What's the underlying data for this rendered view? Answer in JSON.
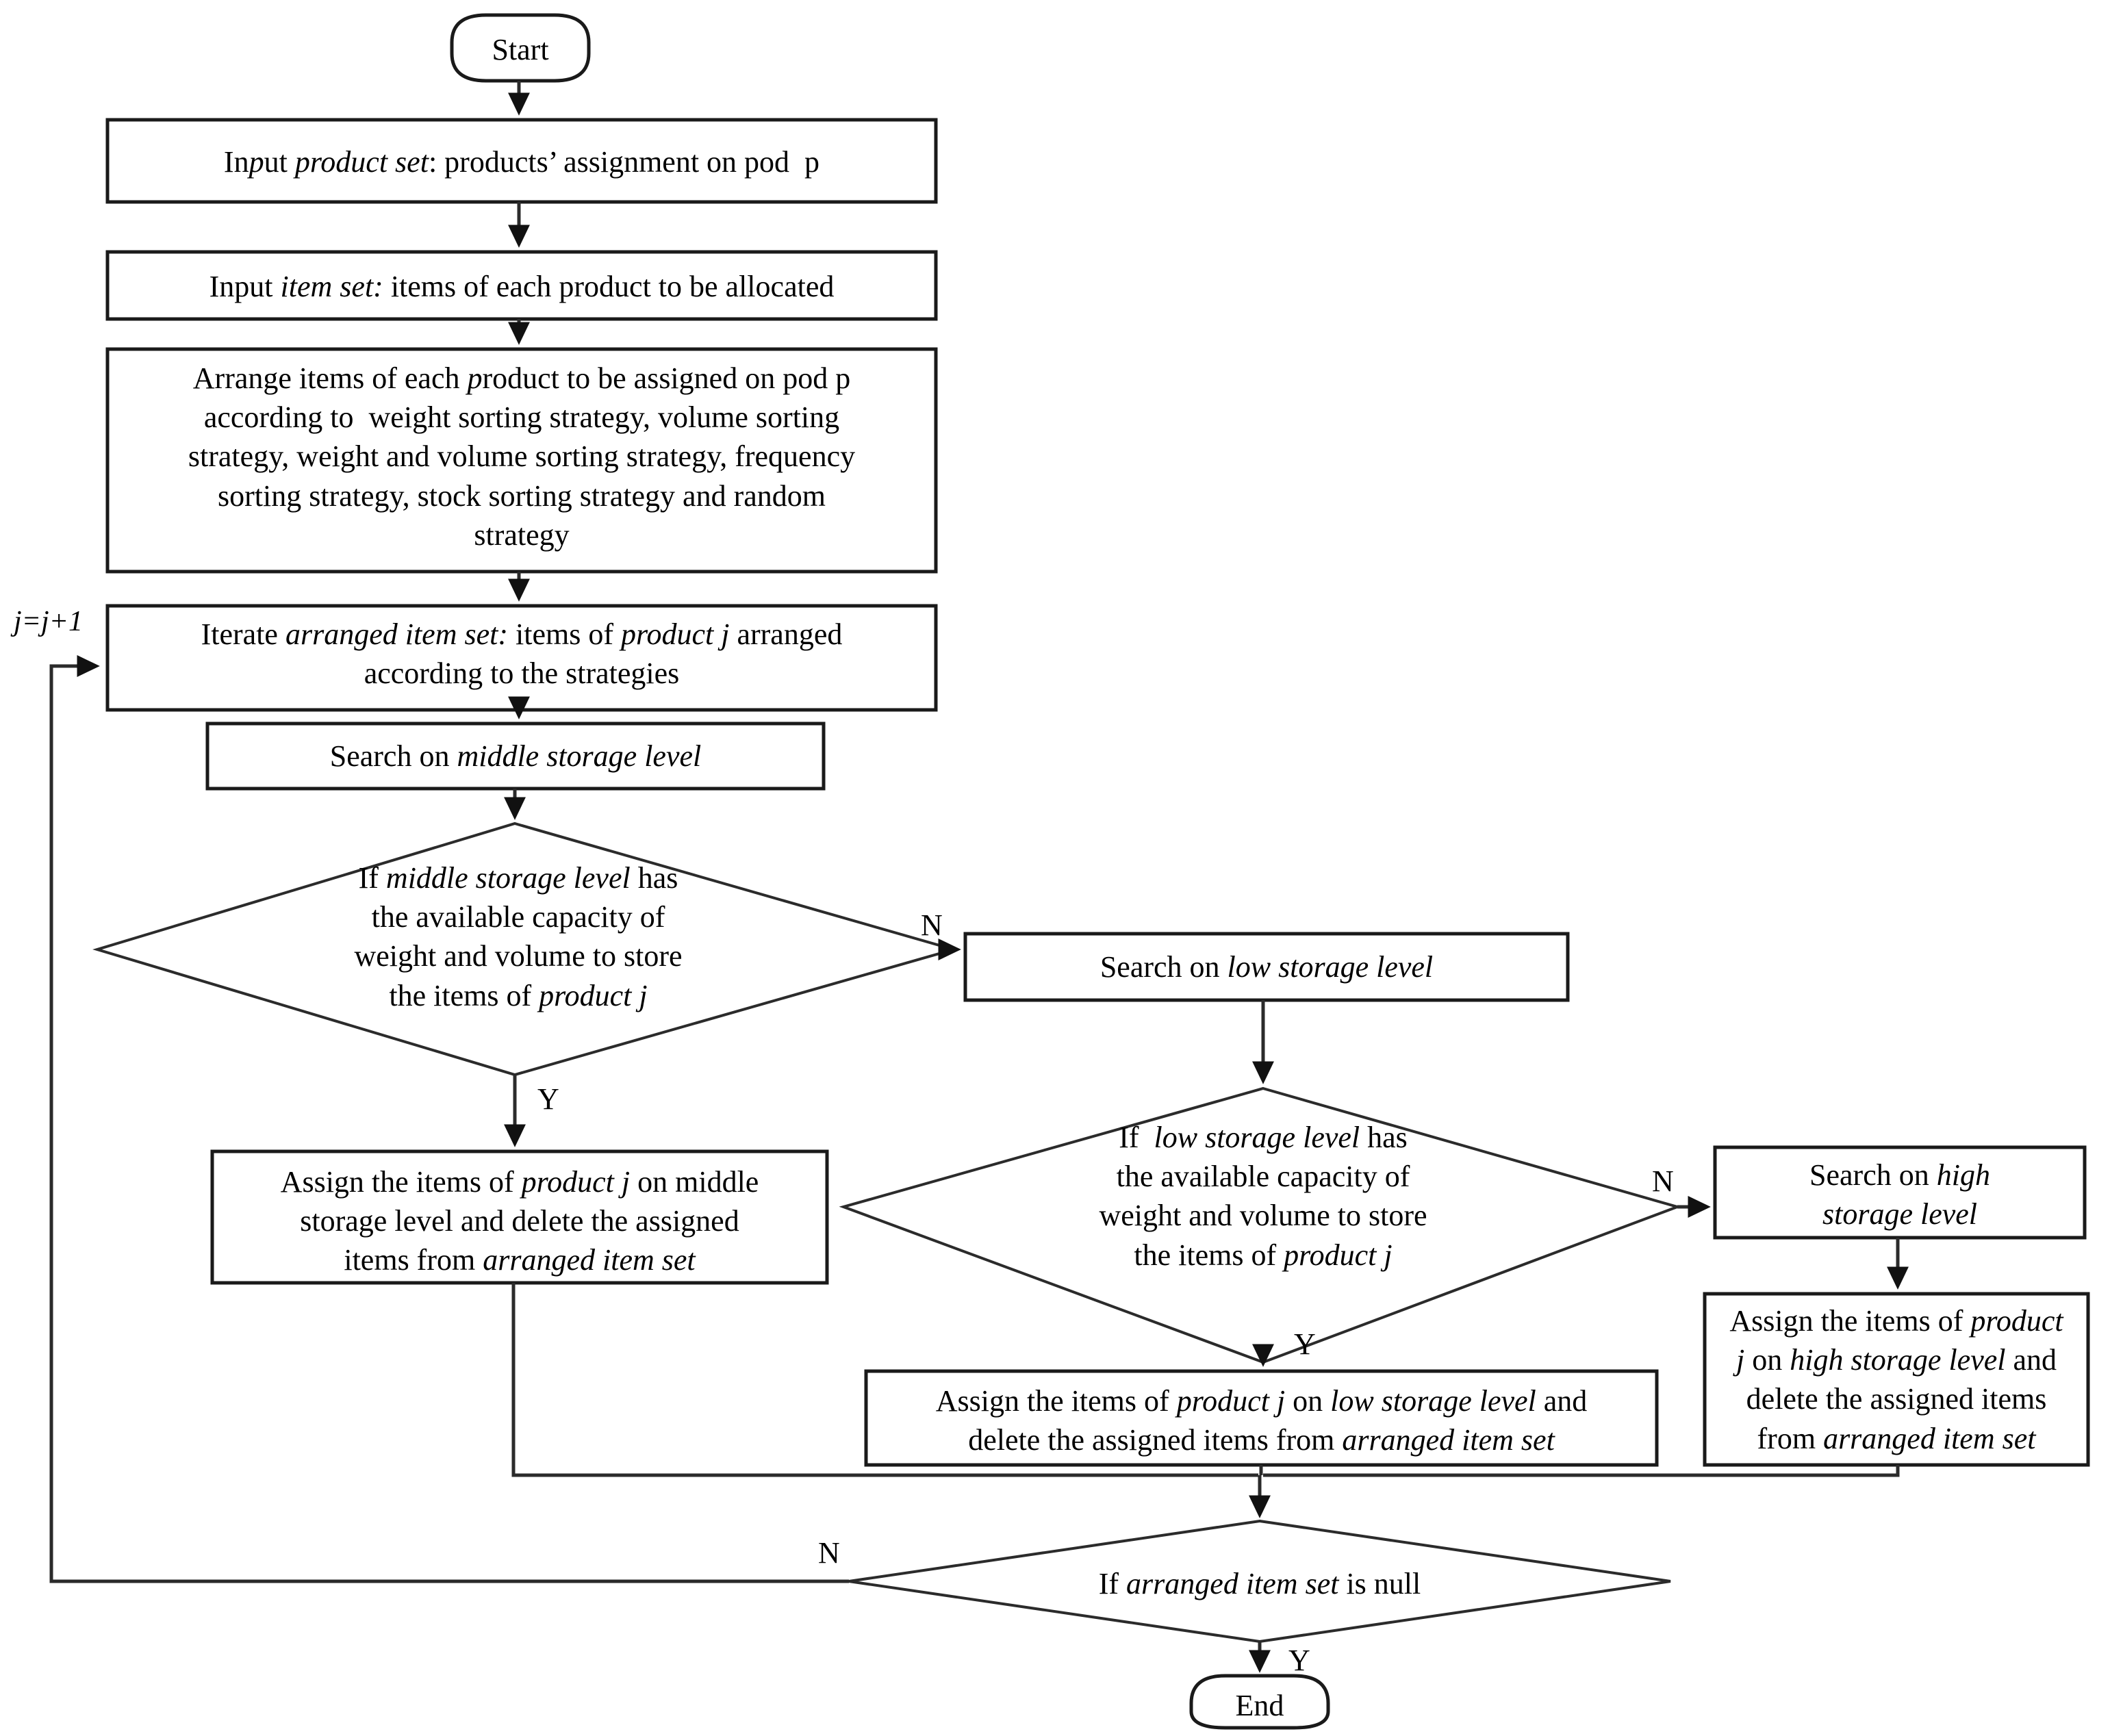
{
  "diagram": {
    "type": "flowchart",
    "title": "Item allocation on pod storage levels flowchart",
    "background_color": "#ffffff",
    "line_color": "#2b2b2b",
    "text_color": "#000000"
  },
  "nodes": {
    "start": {
      "shape": "terminator",
      "text": "Start"
    },
    "input_product_set": {
      "shape": "process",
      "text": "Input product set: products’ assignment on pod  p",
      "italic_parts": [
        "product set",
        "p"
      ]
    },
    "input_item_set": {
      "shape": "process",
      "text": "Input item set: items of each product to be allocated",
      "italic_parts": [
        "item set:"
      ]
    },
    "arrange_items": {
      "shape": "process",
      "text": "Arrange items of each product to be assigned on pod p\naccording to  weight sorting strategy, volume sorting\nstrategy, weight and volume sorting strategy, frequency\nsorting strategy, stock sorting strategy and random\nstrategy",
      "italic_parts": [
        "p"
      ]
    },
    "iterate_set": {
      "shape": "process",
      "text": "Iterate arranged item set: items of product j arranged\naccording to the strategies",
      "italic_parts": [
        "arranged item set:",
        "product j"
      ]
    },
    "search_middle": {
      "shape": "process",
      "text": "Search on middle storage level",
      "italic_parts": [
        "middle storage level"
      ]
    },
    "decision_middle": {
      "shape": "decision",
      "text": "If middle storage level has\nthe available capacity of\nweight and volume to store\nthe items of product j",
      "italic_parts": [
        "middle storage level",
        "product j"
      ]
    },
    "assign_middle": {
      "shape": "process",
      "text": "Assign the items of product j on middle\nstorage level and delete the assigned\nitems from arranged item set",
      "italic_parts": [
        "product j",
        "middle storage level",
        "arranged item set"
      ]
    },
    "search_low": {
      "shape": "process",
      "text": "Search on low storage level",
      "italic_parts": [
        "low storage level"
      ]
    },
    "decision_low": {
      "shape": "decision",
      "text": "If  low storage level has\nthe available capacity of\nweight and volume to store\nthe items of product j",
      "italic_parts": [
        "low storage level",
        "product j"
      ]
    },
    "assign_low": {
      "shape": "process",
      "text": "Assign the items of product j on low storage level and\ndelete the assigned items from arranged item set",
      "italic_parts": [
        "product j",
        "low storage level",
        "arranged item set"
      ]
    },
    "search_high": {
      "shape": "process",
      "text": "Search on high\nstorage level",
      "italic_parts": [
        "high",
        "storage level"
      ]
    },
    "assign_high": {
      "shape": "process",
      "text": "Assign the items of product\nj on high storage level and\ndelete the assigned items\nfrom arranged item set",
      "italic_parts": [
        "product",
        "j",
        "high storage level",
        "arranged item set"
      ]
    },
    "decision_null": {
      "shape": "decision",
      "text": "If arranged item set is null",
      "italic_parts": [
        "arranged item set"
      ]
    },
    "end": {
      "shape": "terminator",
      "text": "End"
    }
  },
  "edge_labels": {
    "middle_no": "N",
    "middle_yes": "Y",
    "low_no": "N",
    "low_yes": "Y",
    "null_no": "N",
    "null_yes": "Y",
    "loop_increment": "j=j+1"
  }
}
